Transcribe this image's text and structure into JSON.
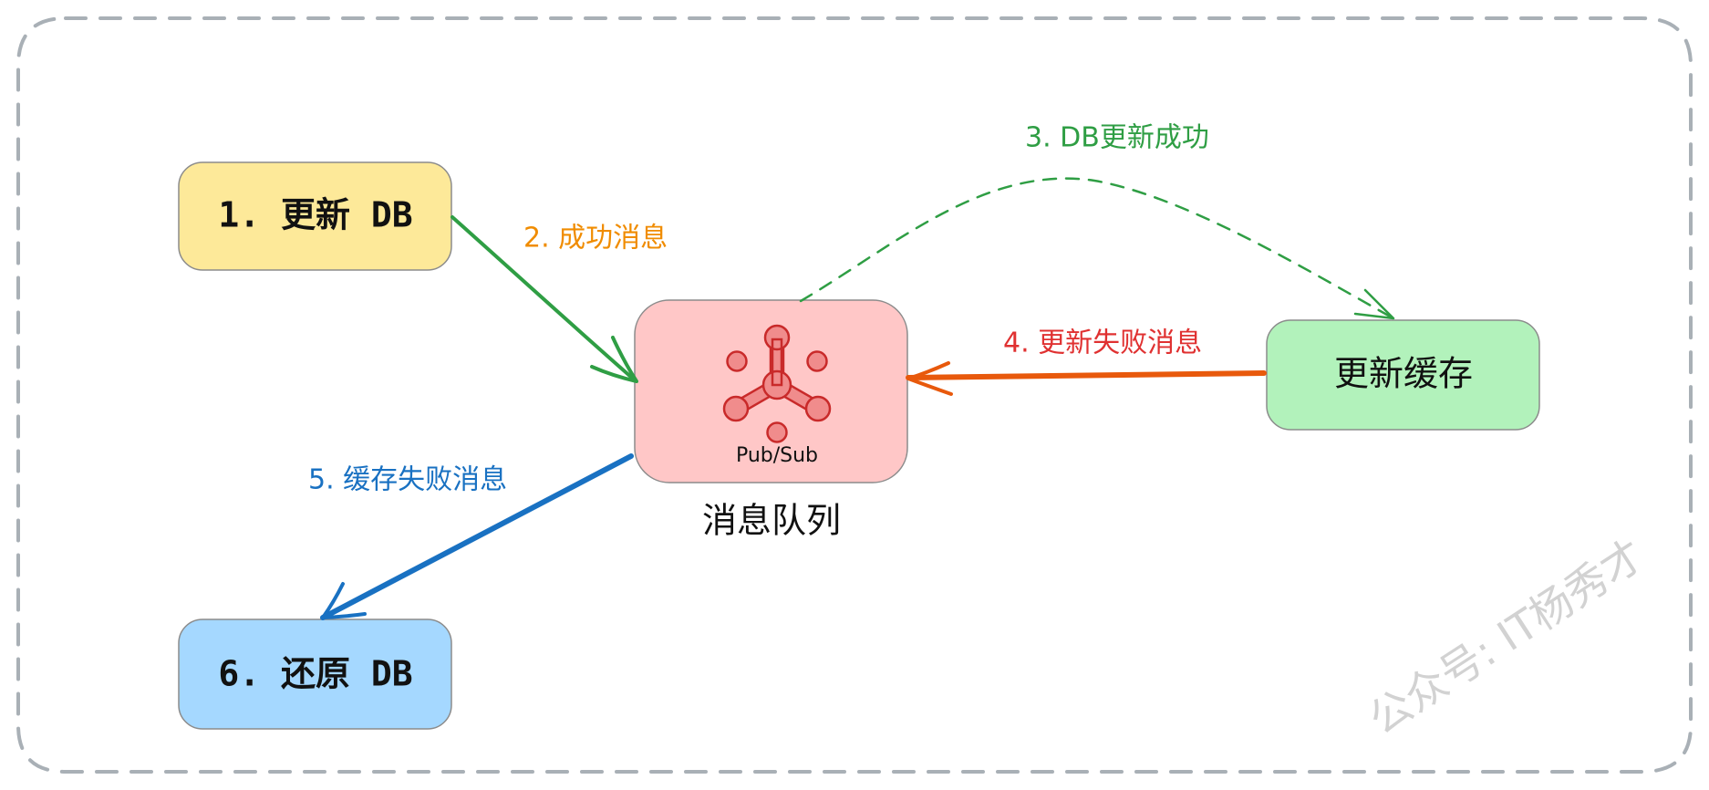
{
  "nodes": {
    "update_db": {
      "label": "1. 更新 DB",
      "fill": "#FDE999",
      "stroke": "#8C8C8C"
    },
    "mq": {
      "label": "Pub/Sub",
      "caption": "消息队列",
      "fill": "#FFC7C7",
      "stroke": "#8C8C8C"
    },
    "update_cache": {
      "label": "更新缓存",
      "fill": "#B2F2BB",
      "stroke": "#8C8C8C"
    },
    "restore_db": {
      "label": "6. 还原 DB",
      "fill": "#A5D8FF",
      "stroke": "#8C8C8C"
    }
  },
  "edges": {
    "success_msg": {
      "label": "2. 成功消息",
      "color": "#2F9E44",
      "label_color": "#F08C00"
    },
    "db_update_success": {
      "label": "3. DB更新成功",
      "color": "#2F9E44",
      "label_color": "#2F9E44"
    },
    "update_fail_msg": {
      "label": "4. 更新失败消息",
      "color": "#E8590C",
      "label_color": "#E03131"
    },
    "cache_fail_msg": {
      "label": "5. 缓存失败消息",
      "color": "#1971C2",
      "label_color": "#1971C2"
    }
  },
  "icons": {
    "pubsub": "pubsub-icon"
  },
  "watermark": {
    "text": "公众号: IT杨秀才"
  },
  "colors": {
    "border": "#A9B0B6",
    "icon_fill": "#F08C8C",
    "icon_stroke": "#C92A2A",
    "text": "#111111",
    "watermark": "#D0D0D0"
  }
}
